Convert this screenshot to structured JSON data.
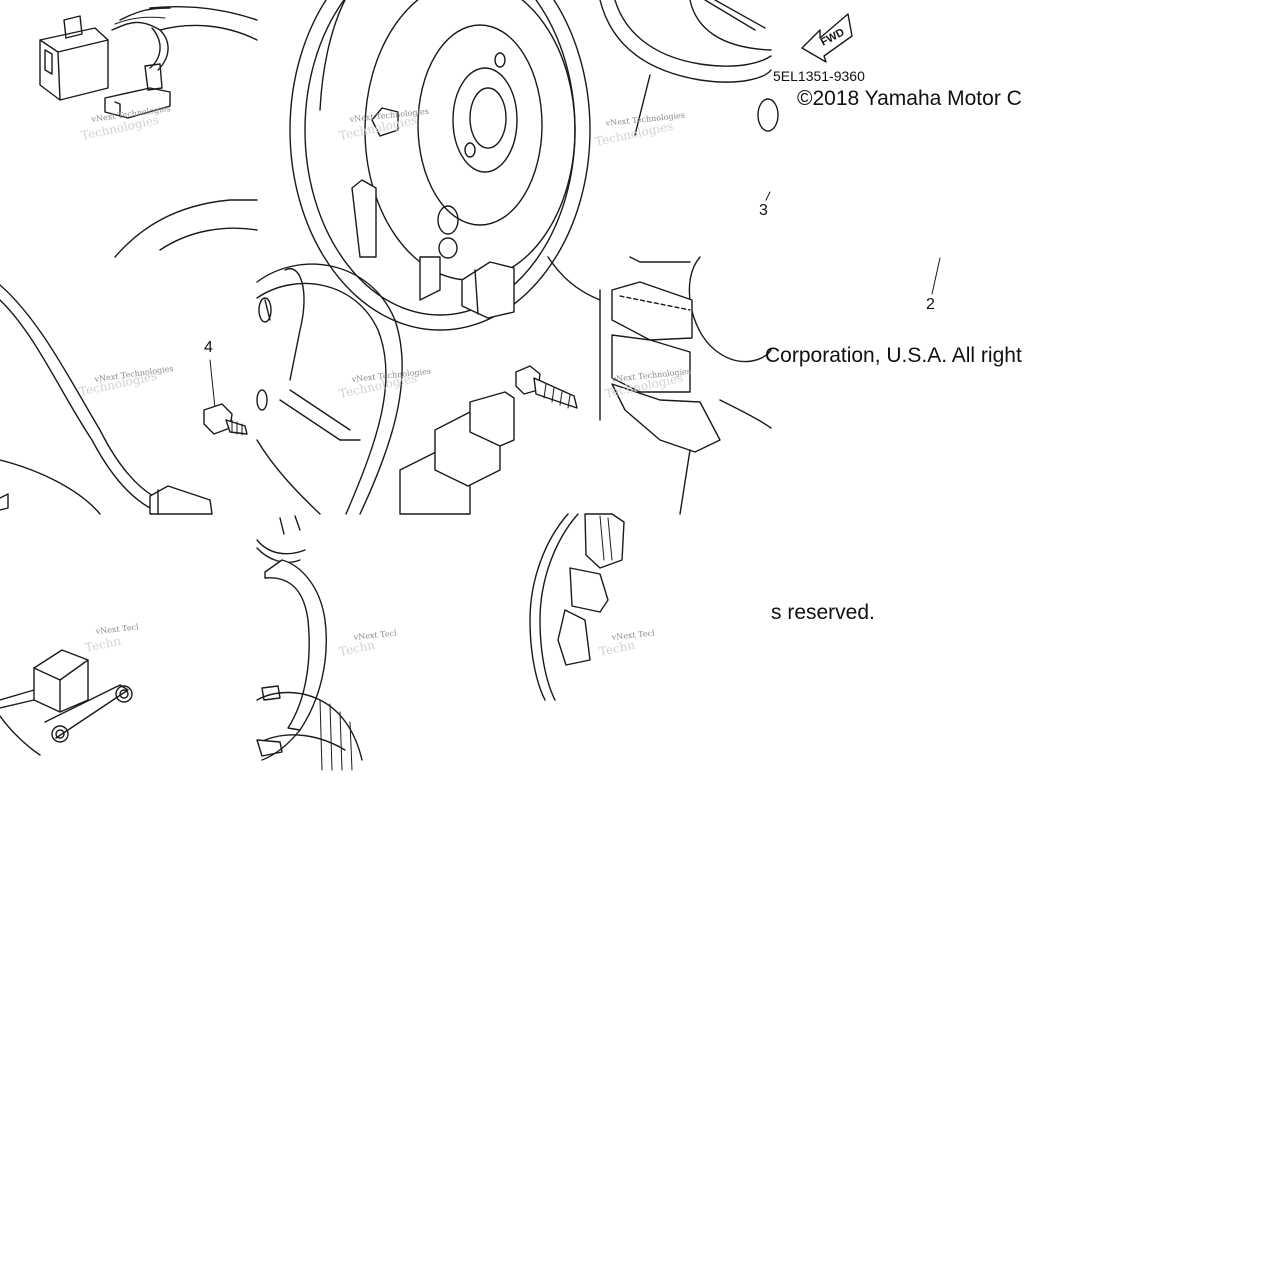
{
  "diagram": {
    "callouts": [
      "2",
      "3",
      "4"
    ],
    "part_number": "5EL1351-9360",
    "copyright_fragments": [
      "©2018 Yamaha Motor C",
      "Corporation, U.S.A. All right",
      "s reserved."
    ],
    "direction_badge": "FWD",
    "watermark": {
      "line1": "vNext Technologies",
      "line2": "vNext Tecl",
      "line3": "vNext Tecl"
    }
  }
}
